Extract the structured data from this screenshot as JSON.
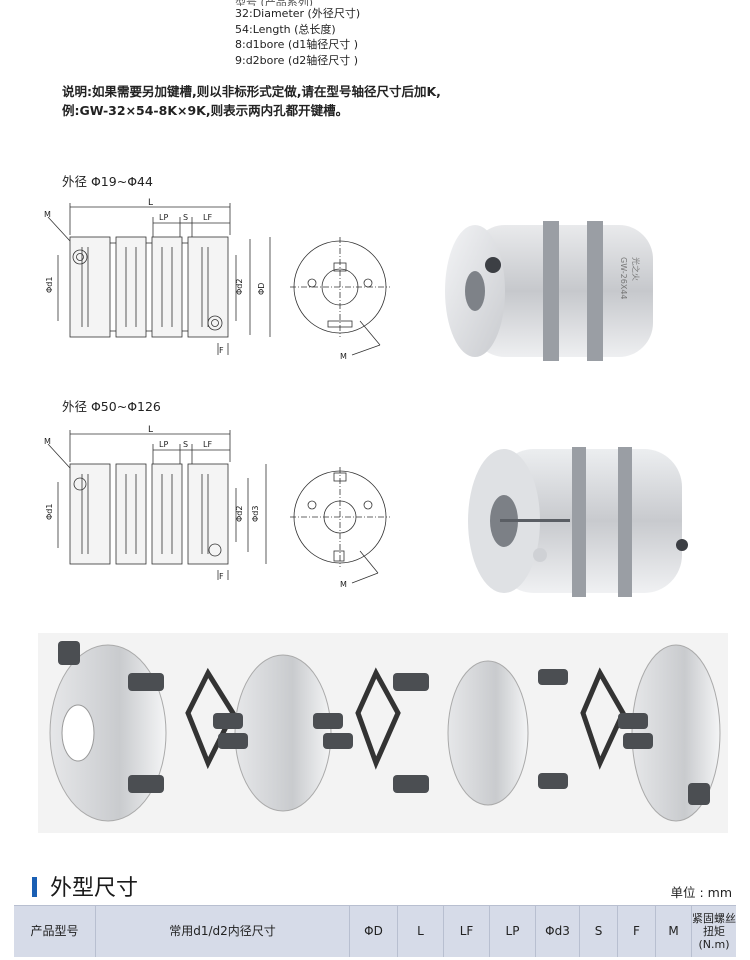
{
  "legend": {
    "partial_top": "型号  (产品系列)",
    "lines": [
      "32:Diameter (外径尺寸)",
      "54:Length (总长度)",
      "8:d1bore (d1轴径尺寸 )",
      "9:d2bore (d2轴径尺寸 )"
    ]
  },
  "note": {
    "line1": "说明:如果需要另加键槽,则以非标形式定做,请在型号轴径尺寸后加K,",
    "line2": "例:GW-32×54-8K×9K,则表示两内孔都开键槽。"
  },
  "section1": {
    "label": "外径 Φ19~Φ44",
    "dims": {
      "L": "L",
      "LP": "LP",
      "S": "S",
      "LF": "LF",
      "M": "M",
      "d1": "Φd1",
      "d2": "Φd2",
      "D": "ΦD",
      "F": "F",
      "end_M": "M"
    },
    "photo_engraving": "光之火",
    "photo_model": "GW-26X44"
  },
  "section2": {
    "label": "外径 Φ50~Φ126",
    "dims": {
      "L": "L",
      "LP": "LP",
      "S": "S",
      "LF": "LF",
      "M": "M",
      "d1": "Φd1",
      "d2": "Φd2",
      "d3": "Φd3",
      "F": "F",
      "end_M": "M"
    }
  },
  "dimensions_section": {
    "title": "外型尺寸",
    "unit": "单位 : mm",
    "headers": [
      "产品型号",
      "常用d1/d2内径尺寸",
      "ΦD",
      "L",
      "LF",
      "LP",
      "Φd3",
      "S",
      "F",
      "M",
      "紧固螺丝扭矩(N.m)"
    ]
  },
  "colors": {
    "accent": "#1a5fb4",
    "table_header": "#d6dbe8"
  }
}
